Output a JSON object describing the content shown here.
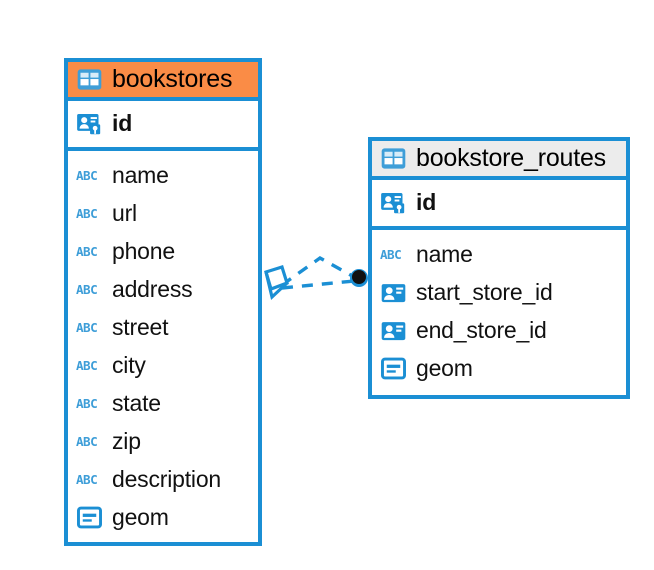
{
  "diagram": {
    "type": "entity-relationship-diagram",
    "background": "#ffffff",
    "accent_color": "#1b8fd4",
    "highlight_color": "#fa8c46",
    "neutral_header_color": "#ececec"
  },
  "entities": [
    {
      "name": "bookstores",
      "header_style": "accent",
      "icon": "table-icon",
      "primary_key": {
        "label": "id",
        "icon": "primary-key-icon",
        "type": "pk"
      },
      "fields": [
        {
          "label": "name",
          "icon": "text-type-icon",
          "type": "abc"
        },
        {
          "label": "url",
          "icon": "text-type-icon",
          "type": "abc"
        },
        {
          "label": "phone",
          "icon": "text-type-icon",
          "type": "abc"
        },
        {
          "label": "address",
          "icon": "text-type-icon",
          "type": "abc"
        },
        {
          "label": "street",
          "icon": "text-type-icon",
          "type": "abc"
        },
        {
          "label": "city",
          "icon": "text-type-icon",
          "type": "abc"
        },
        {
          "label": "state",
          "icon": "text-type-icon",
          "type": "abc"
        },
        {
          "label": "zip",
          "icon": "text-type-icon",
          "type": "abc"
        },
        {
          "label": "description",
          "icon": "text-type-icon",
          "type": "abc"
        },
        {
          "label": "geom",
          "icon": "geometry-type-icon",
          "type": "geom"
        }
      ]
    },
    {
      "name": "bookstore_routes",
      "header_style": "neutral",
      "icon": "table-icon",
      "primary_key": {
        "label": "id",
        "icon": "primary-key-icon",
        "type": "pk"
      },
      "fields": [
        {
          "label": "name",
          "icon": "text-type-icon",
          "type": "abc"
        },
        {
          "label": "start_store_id",
          "icon": "foreign-key-icon",
          "type": "fk"
        },
        {
          "label": "end_store_id",
          "icon": "foreign-key-icon",
          "type": "fk"
        },
        {
          "label": "geom",
          "icon": "geometry-type-icon",
          "type": "geom"
        }
      ]
    }
  ],
  "relationships": [
    {
      "from_entity": "bookstore_routes",
      "from_field": "start_store_id",
      "to_entity": "bookstores",
      "to_field": "id",
      "line_style": "dashed",
      "source_marker": "filled-circle",
      "target_marker": "crows-foot"
    },
    {
      "from_entity": "bookstore_routes",
      "from_field": "end_store_id",
      "to_entity": "bookstores",
      "to_field": "id",
      "line_style": "dashed",
      "source_marker": "filled-circle",
      "target_marker": "crows-foot"
    }
  ]
}
